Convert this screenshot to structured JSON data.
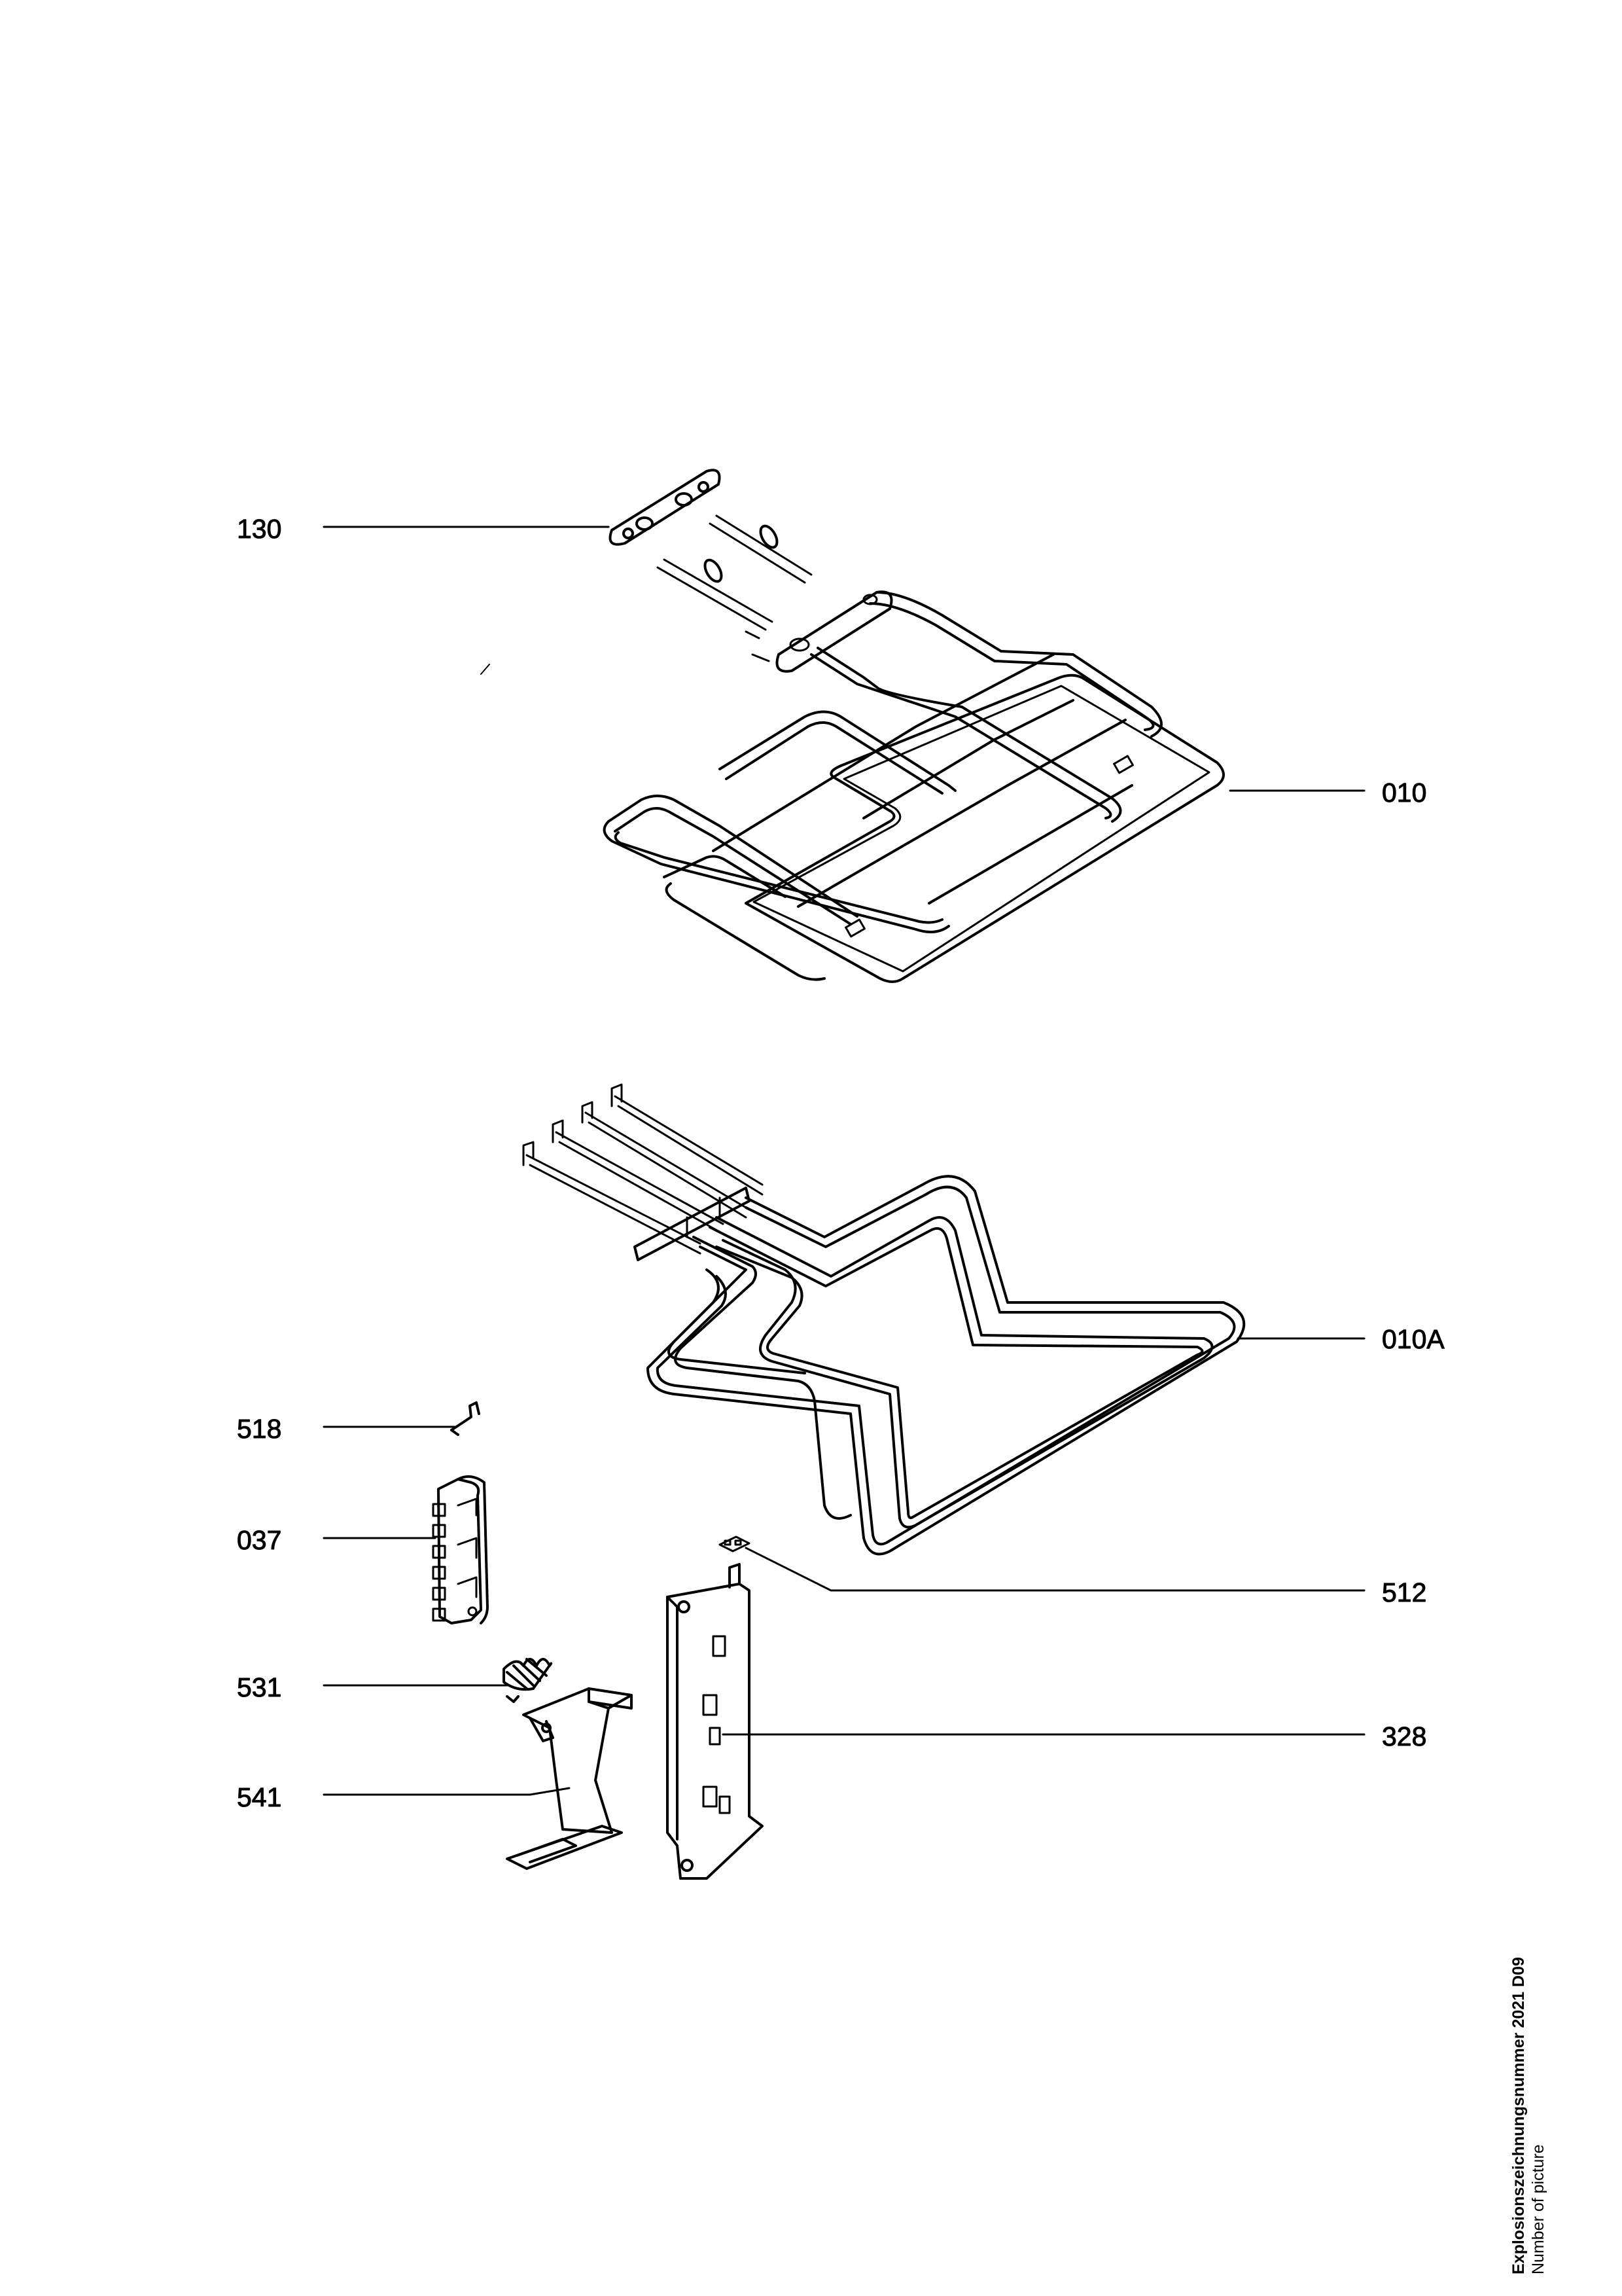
{
  "parts": {
    "p130": "130",
    "p010": "010",
    "p010A": "010A",
    "p518": "518",
    "p037": "037",
    "p512": "512",
    "p531": "531",
    "p328": "328",
    "p541": "541"
  },
  "footer": {
    "drawing_number": "Explosionszeichnungsnummer 2021 D09",
    "number_of_picture": "Number of picture"
  },
  "colors": {
    "ink": "#000000",
    "paper": "#ffffff"
  }
}
